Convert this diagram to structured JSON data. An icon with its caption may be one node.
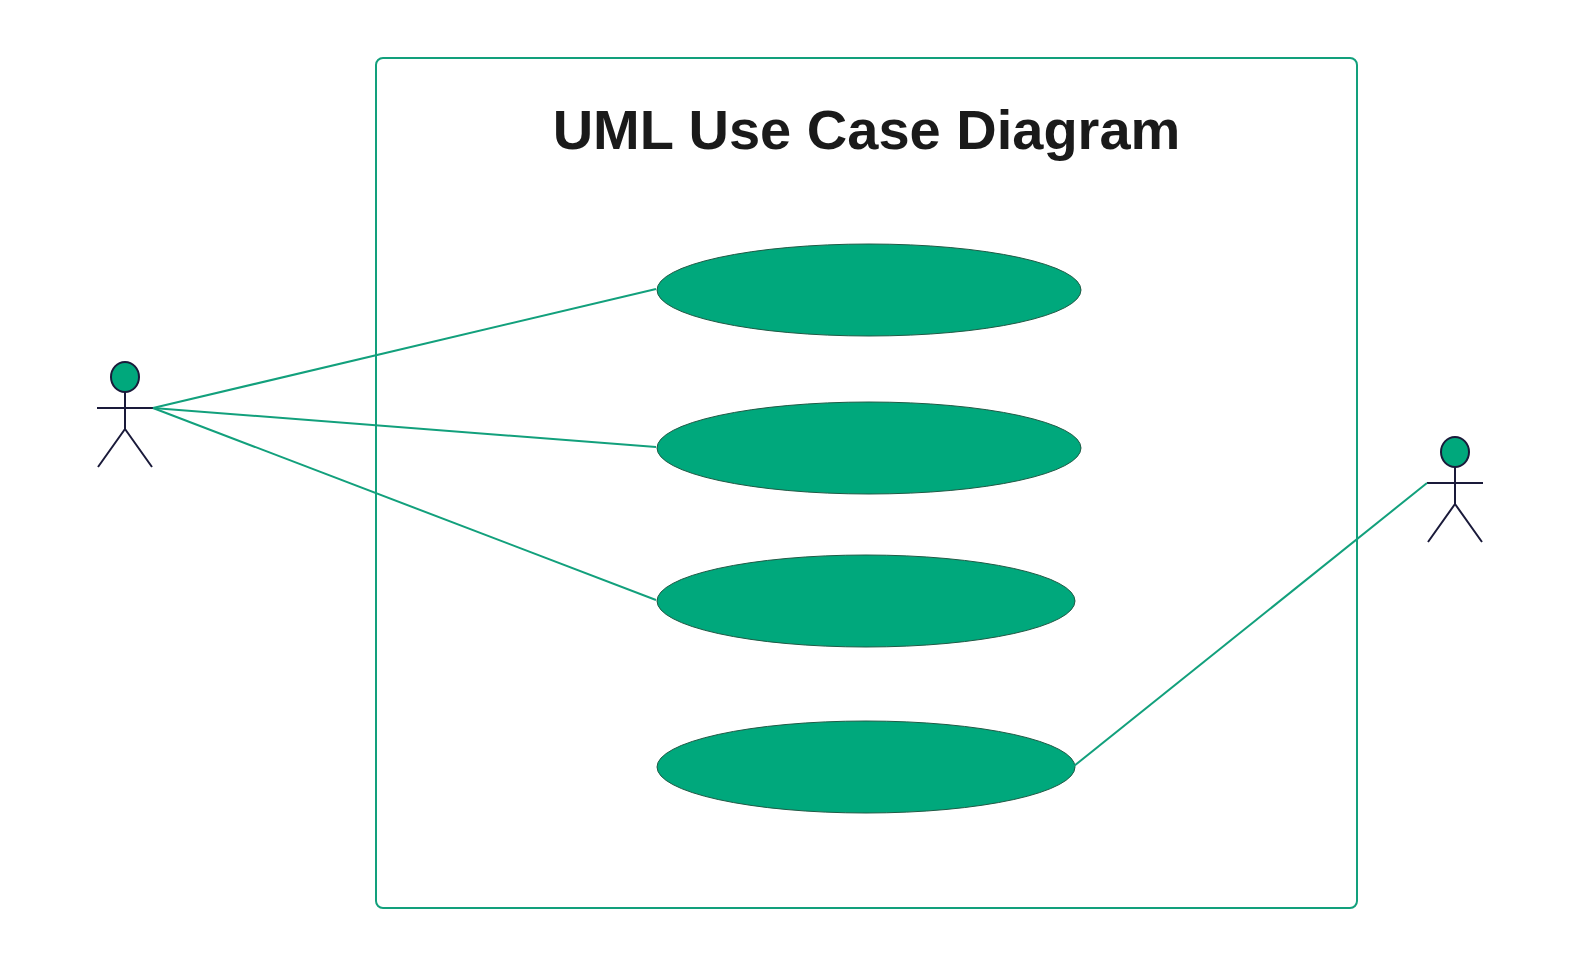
{
  "diagram": {
    "nodes": [
      {
        "text": [
          "UML Use Case Diagram"
        ]
      },
      {
        "text": [],
        "shape": "ellipse",
        "in": 0
      },
      {
        "text": [],
        "shape": "ellipse",
        "in": 0
      },
      {
        "text": [],
        "shape": "ellipse",
        "in": 0
      },
      {
        "text": [],
        "shape": "ellipse",
        "in": 0
      },
      {
        "text": [],
        "shape": "person"
      },
      {
        "text": [],
        "shape": "person"
      }
    ],
    "edges": [
      {
        "from": 5,
        "to": 1,
        "arrow": "none"
      },
      {
        "from": 5,
        "to": 2,
        "arrow": "none"
      },
      {
        "from": 5,
        "to": 3,
        "arrow": "none"
      },
      {
        "from": 6,
        "to": 4,
        "arrow": "none"
      }
    ]
  }
}
